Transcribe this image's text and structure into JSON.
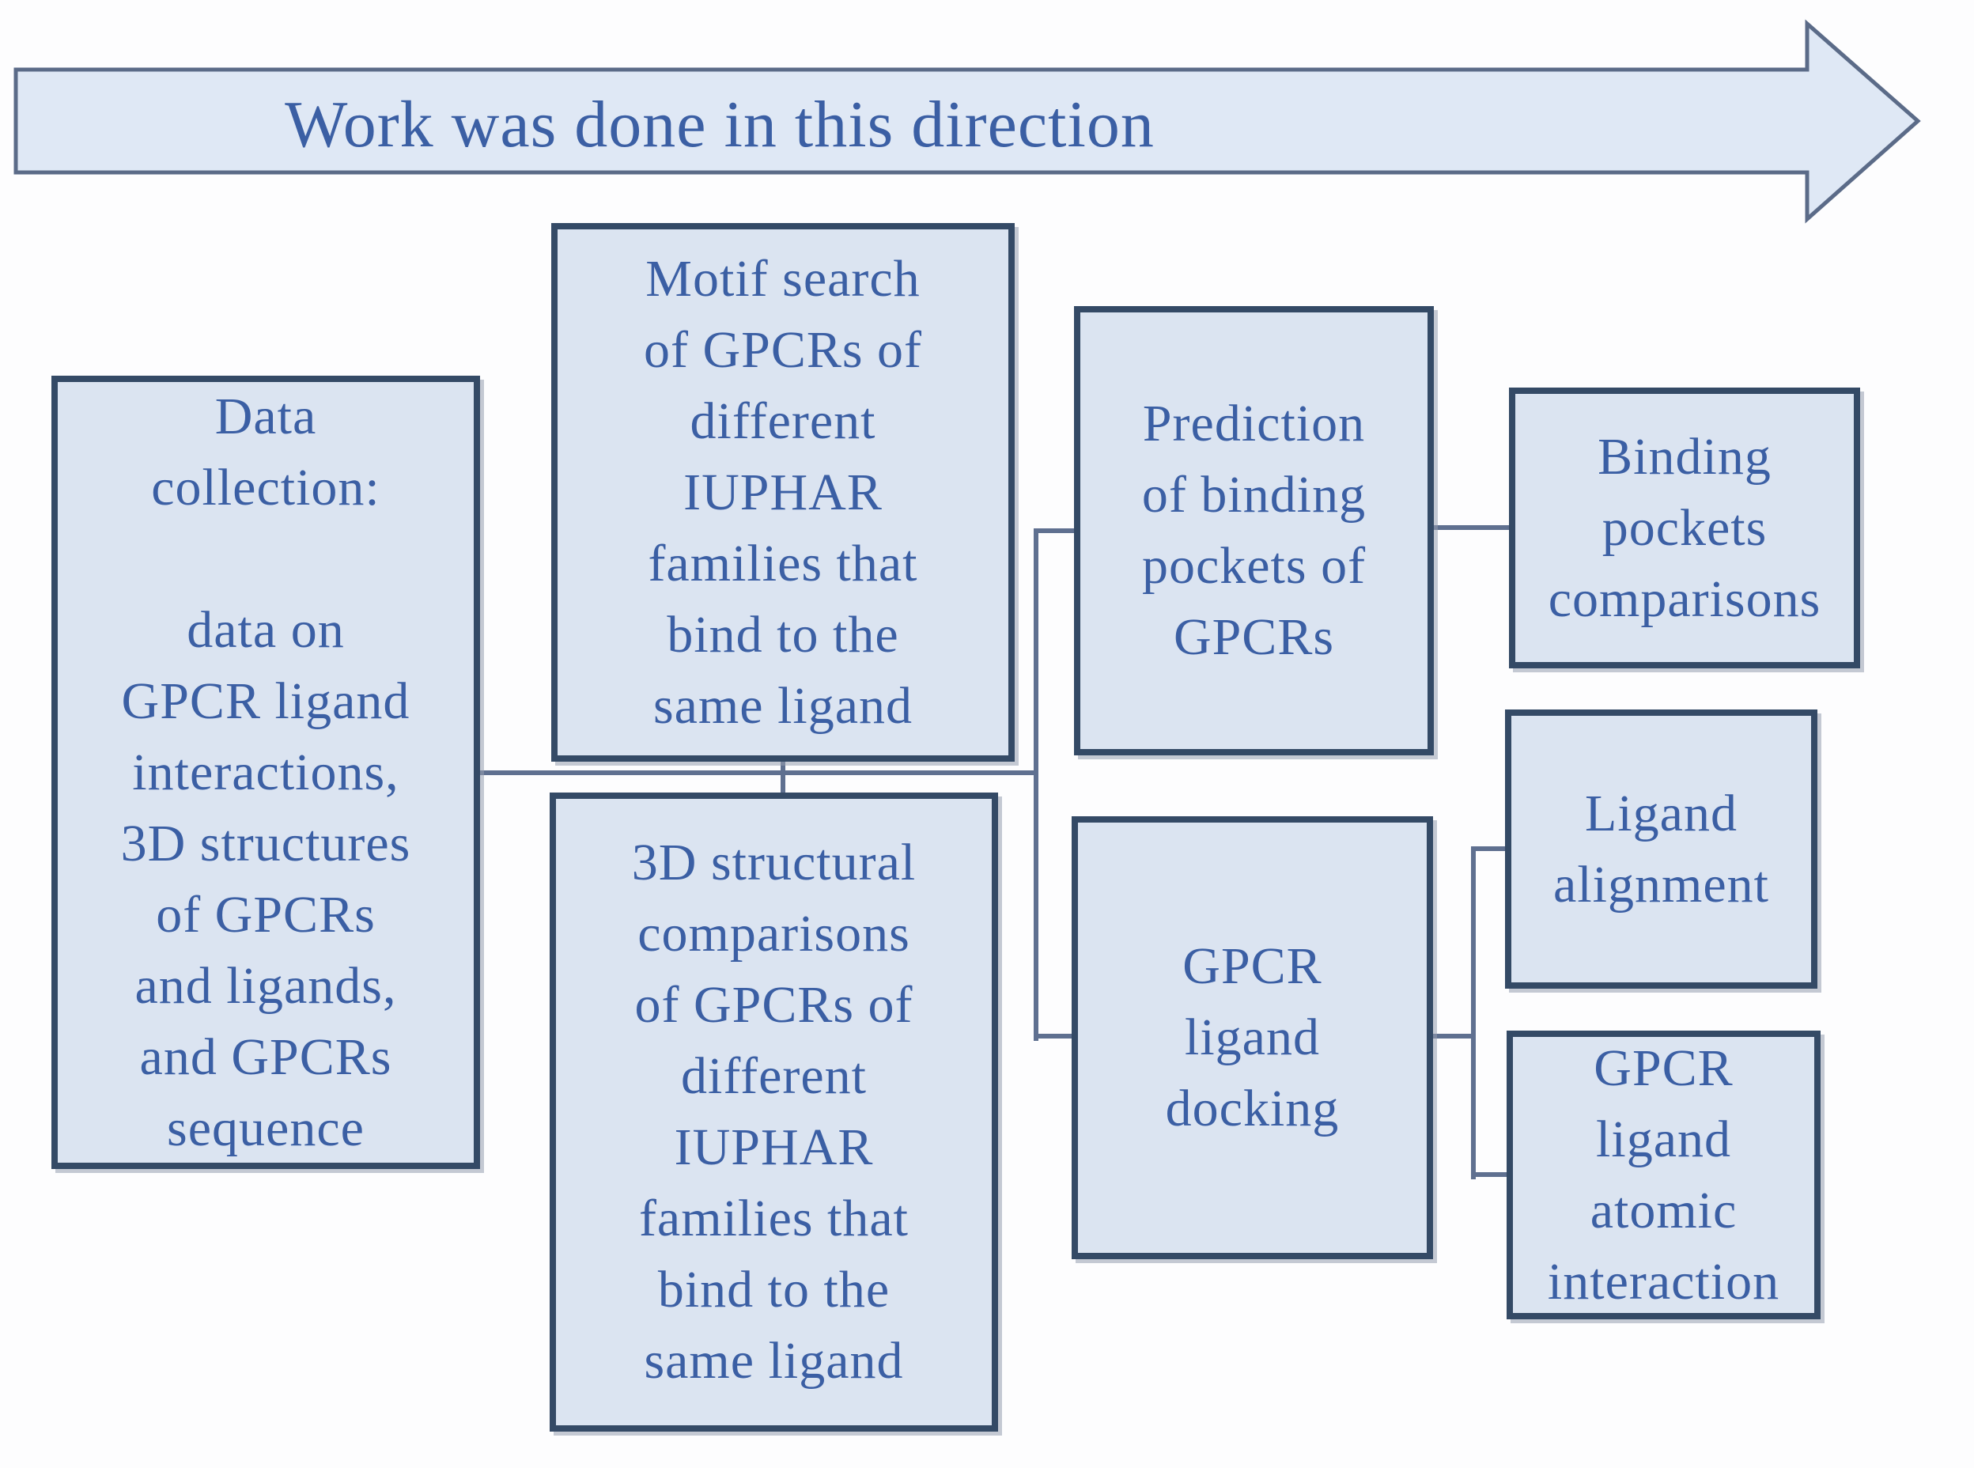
{
  "arrow": {
    "label": "Work was done in this direction"
  },
  "boxes": {
    "data_collection": {
      "text": "Data\ncollection:\n\ndata on\nGPCR ligand\ninteractions,\n3D structures\nof GPCRs\nand ligands,\nand GPCRs\nsequence"
    },
    "motif_search": {
      "text": "Motif search\nof GPCRs of\ndifferent\nIUPHAR\nfamilies that\nbind to the\nsame ligand"
    },
    "structural_comparisons": {
      "text": "3D structural\ncomparisons\nof GPCRs of\ndifferent\nIUPHAR\nfamilies that\nbind to the\nsame ligand"
    },
    "prediction_pockets": {
      "text": "Prediction\nof binding\npockets of\nGPCRs"
    },
    "binding_pockets_comparisons": {
      "text": "Binding\npockets\ncomparisons"
    },
    "gpcr_ligand_docking": {
      "text": "GPCR\nligand\ndocking"
    },
    "ligand_alignment": {
      "text": "Ligand\nalignment"
    },
    "gpcr_ligand_atomic_interaction": {
      "text": "GPCR\nligand\natomic\ninteraction"
    }
  },
  "colors": {
    "box_fill": "#dbe4f1",
    "box_border": "#344a66",
    "text": "#3b5fa4",
    "connector": "#5f7090",
    "arrow_fill": "#dfe8f5",
    "arrow_border": "#5b6b88"
  }
}
